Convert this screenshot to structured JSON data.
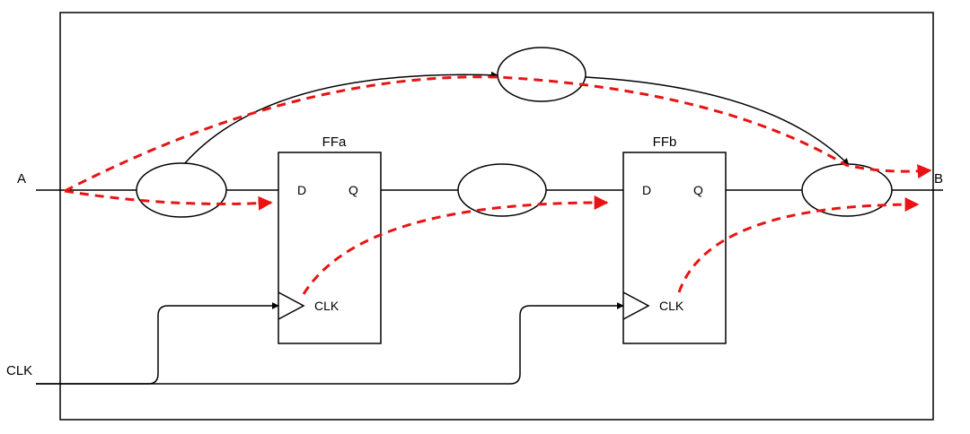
{
  "diagram": {
    "input_a": "A",
    "output_b": "B",
    "clock_input": "CLK",
    "ffa": {
      "title": "FFa",
      "d": "D",
      "q": "Q",
      "clk": "CLK"
    },
    "ffb": {
      "title": "FFb",
      "d": "D",
      "q": "Q",
      "clk": "CLK"
    }
  },
  "colors": {
    "timing_path": "#e81414",
    "wire": "#000000"
  }
}
